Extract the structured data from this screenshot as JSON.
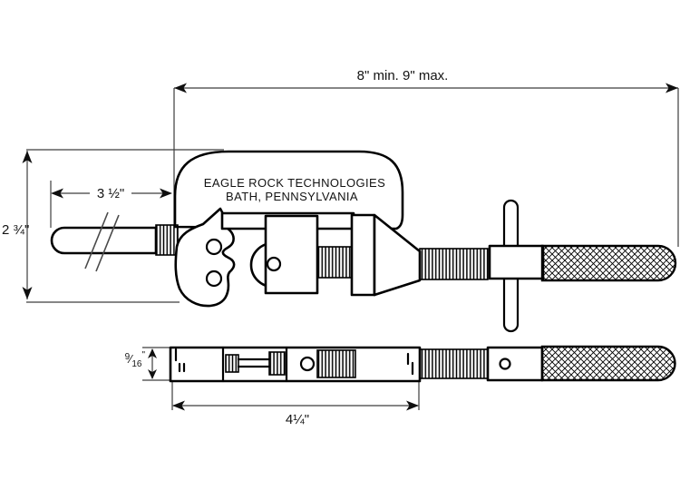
{
  "drawing": {
    "manufacturer": {
      "line1": "EAGLE ROCK TECHNOLOGIES",
      "line2": "BATH, PENNSYLVANIA"
    },
    "dimensions": {
      "overall_length": {
        "label": "8\" min. 9\" max."
      },
      "body_height": {
        "label": "2 ¾\""
      },
      "rod_length": {
        "label": "3 ½\""
      },
      "frame_length": {
        "label": "4¼\""
      },
      "bar_thickness": {
        "numerator": "9",
        "fraction_slash": "⁄",
        "denominator": "16",
        "unit": "\""
      }
    },
    "colors": {
      "outline": "#000000",
      "dimension_line": "#3d3d3d",
      "background": "#ffffff"
    }
  }
}
